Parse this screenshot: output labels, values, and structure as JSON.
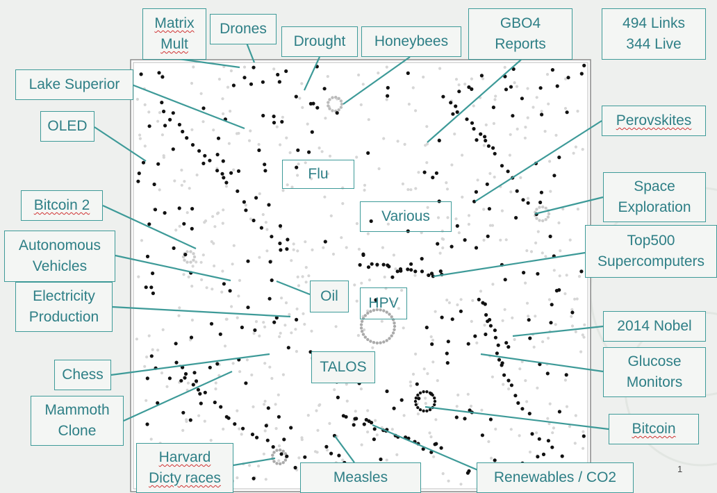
{
  "slide": {
    "page_number": "1",
    "accent_color": "#3d9a98",
    "text_color": "#2e7f86",
    "dot_color": "#111111",
    "faint_dot_color": "#d6d6d6"
  },
  "stats": {
    "line1": "494 Links",
    "line2": "344 Live"
  },
  "labels": [
    {
      "id": "matrix-mult",
      "text": "Matrix\nMult"
    },
    {
      "id": "drones",
      "text": "Drones"
    },
    {
      "id": "drought",
      "text": "Drought"
    },
    {
      "id": "honeybees",
      "text": "Honeybees"
    },
    {
      "id": "gbo4-reports",
      "text": "GBO4\nReports"
    },
    {
      "id": "lake-superior",
      "text": "Lake Superior"
    },
    {
      "id": "oled",
      "text": "OLED"
    },
    {
      "id": "perovskites",
      "text": "Perovskites"
    },
    {
      "id": "flu",
      "text": "Flu"
    },
    {
      "id": "space-exploration",
      "text": "Space\nExploration"
    },
    {
      "id": "bitcoin-2",
      "text": "Bitcoin 2"
    },
    {
      "id": "various",
      "text": "Various"
    },
    {
      "id": "top500",
      "text": "Top500\nSupercomputers"
    },
    {
      "id": "autonomous-vehicles",
      "text": "Autonomous\nVehicles"
    },
    {
      "id": "oil",
      "text": "Oil"
    },
    {
      "id": "hpv",
      "text": "HPV"
    },
    {
      "id": "electricity-production",
      "text": "Electricity\nProduction"
    },
    {
      "id": "2014-nobel",
      "text": "2014 Nobel"
    },
    {
      "id": "glucose-monitors",
      "text": "Glucose\nMonitors"
    },
    {
      "id": "chess",
      "text": "Chess"
    },
    {
      "id": "talos",
      "text": "TALOS"
    },
    {
      "id": "mammoth-clone",
      "text": "Mammoth\nClone"
    },
    {
      "id": "bitcoin",
      "text": "Bitcoin"
    },
    {
      "id": "harvard-dicty-races",
      "text": "Harvard\nDicty races"
    },
    {
      "id": "measles",
      "text": "Measles"
    },
    {
      "id": "renewables-co2",
      "text": "Renewables / CO2"
    }
  ]
}
